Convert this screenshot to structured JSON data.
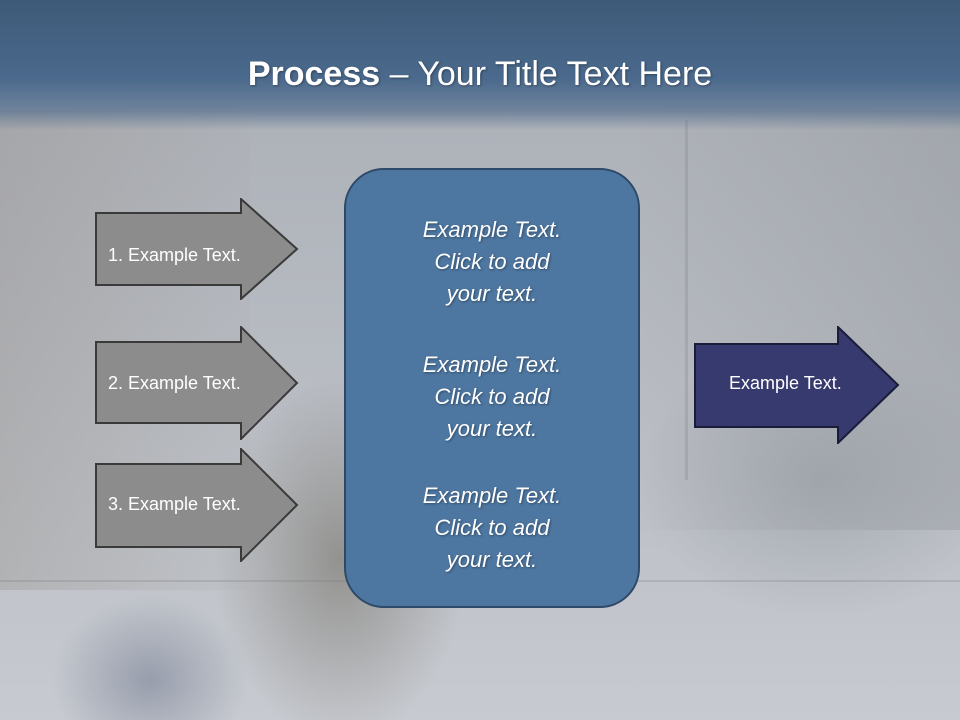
{
  "slide": {
    "title_bold": "Process",
    "title_rest": " – Your Title Text Here"
  },
  "left_arrows": [
    {
      "label": "1. Example Text."
    },
    {
      "label": "2. Example Text."
    },
    {
      "label": "3. Example Text."
    }
  ],
  "center_box": {
    "paragraphs": [
      {
        "line1": "Example Text.",
        "line2": "Click  to add",
        "line3": "your text."
      },
      {
        "line1": "Example Text.",
        "line2": "Click  to add",
        "line3": "your text."
      },
      {
        "line1": "Example Text.",
        "line2": "Click  to add",
        "line3": "your text."
      }
    ]
  },
  "right_arrow": {
    "label": "Example Text."
  },
  "colors": {
    "header": "#4a698c",
    "gray_arrow": "#8c8c8c",
    "center_box": "#4d76a0",
    "right_arrow": "#363a6e"
  }
}
